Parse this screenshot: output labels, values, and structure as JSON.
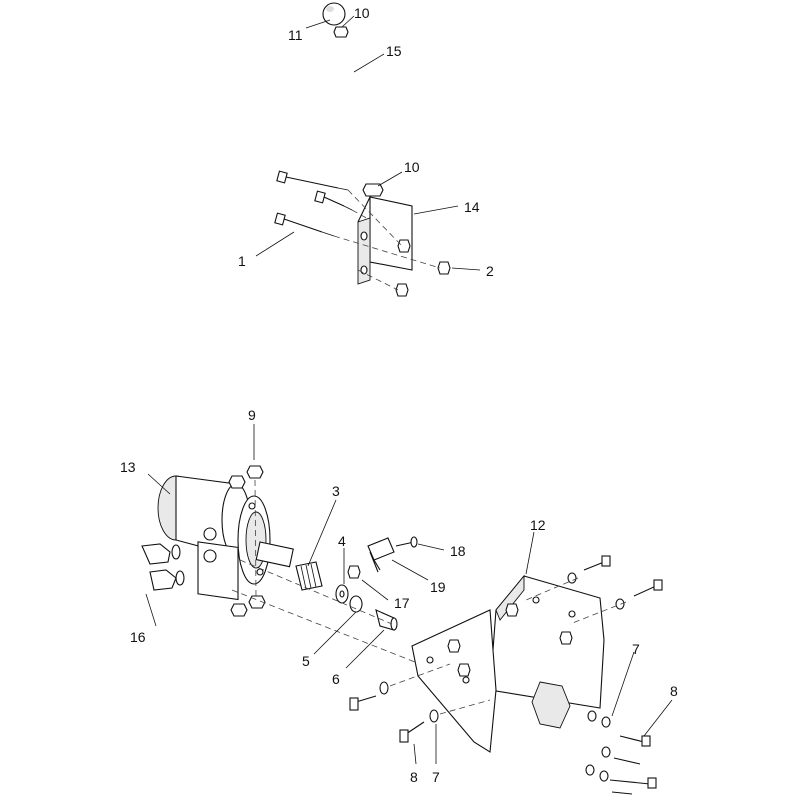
{
  "callouts": {
    "c1": "1",
    "c2": "2",
    "c3": "3",
    "c4": "4",
    "c5": "5",
    "c6": "6",
    "c7a": "7",
    "c7b": "7",
    "c8a": "8",
    "c8b": "8",
    "c9": "9",
    "c10a": "10",
    "c10b": "10",
    "c11": "11",
    "c12": "12",
    "c13": "13",
    "c14": "14",
    "c15": "15",
    "c16": "16",
    "c17": "17",
    "c18": "18",
    "c19": "19"
  }
}
